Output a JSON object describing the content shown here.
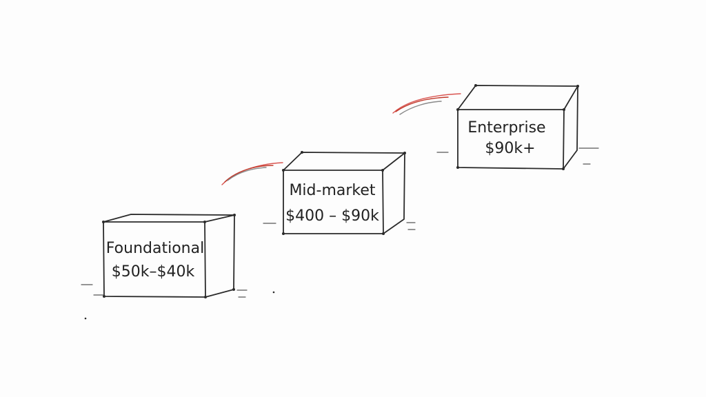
{
  "diagram": {
    "colors": {
      "ink": "#2a2a2a",
      "accent": "#d9534f",
      "background": "#fdfdfd"
    },
    "tiers": [
      {
        "name": "Foundational",
        "price": "$50k–$40k"
      },
      {
        "name": "Mid-market",
        "price": "$400 – $90k"
      },
      {
        "name": "Enterprise",
        "price": "$90k+"
      }
    ]
  }
}
